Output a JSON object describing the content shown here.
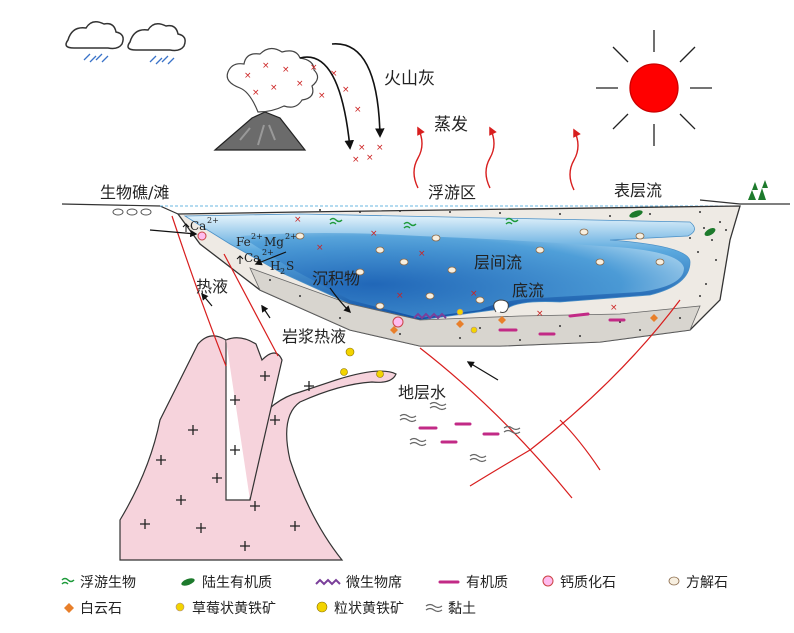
{
  "labels": {
    "volcanic_ash": "火山灰",
    "evaporation": "蒸发",
    "reef_shoal": "生物礁/滩",
    "plankton_zone": "浮游区",
    "surface_flow": "表层流",
    "interlayer_flow": "层间流",
    "bottom_flow": "底流",
    "sediment": "沉积物",
    "hydrothermal": "热液",
    "magmatic_hydrothermal": "岩浆热液",
    "formation_water": "地层水"
  },
  "chem": {
    "ca": "Ca",
    "ca_charge": "2+",
    "fe": "Fe",
    "fe_charge": "2+",
    "mg": "Mg",
    "mg_charge": "2+",
    "ca2": "Ca",
    "ca2_charge": "2+",
    "h2s_h": "H",
    "h2s_sub": "2",
    "h2s_s": "S"
  },
  "legend": [
    {
      "symbol": "plankton",
      "label": "浮游生物"
    },
    {
      "symbol": "terrestrial-organic",
      "label": "陆生有机质"
    },
    {
      "symbol": "microbial-mat",
      "label": "微生物席"
    },
    {
      "symbol": "organic-matter",
      "label": "有机质"
    },
    {
      "symbol": "calcareous-fossil",
      "label": "钙质化石"
    },
    {
      "symbol": "calcite",
      "label": "方解石"
    },
    {
      "symbol": "dolomite",
      "label": "白云石"
    },
    {
      "symbol": "framboidal-pyrite",
      "label": "草莓状黄铁矿"
    },
    {
      "symbol": "granular-pyrite",
      "label": "粒状黄铁矿"
    },
    {
      "symbol": "clay",
      "label": "黏土"
    }
  ],
  "colors": {
    "sun": "#ff0000",
    "arrow_red": "#d81e1e",
    "water_deep": "#1a5fb0",
    "water_light": "#cfe8f7",
    "magma": "#f6d3dc",
    "sediment": "#d8d5cf"
  }
}
